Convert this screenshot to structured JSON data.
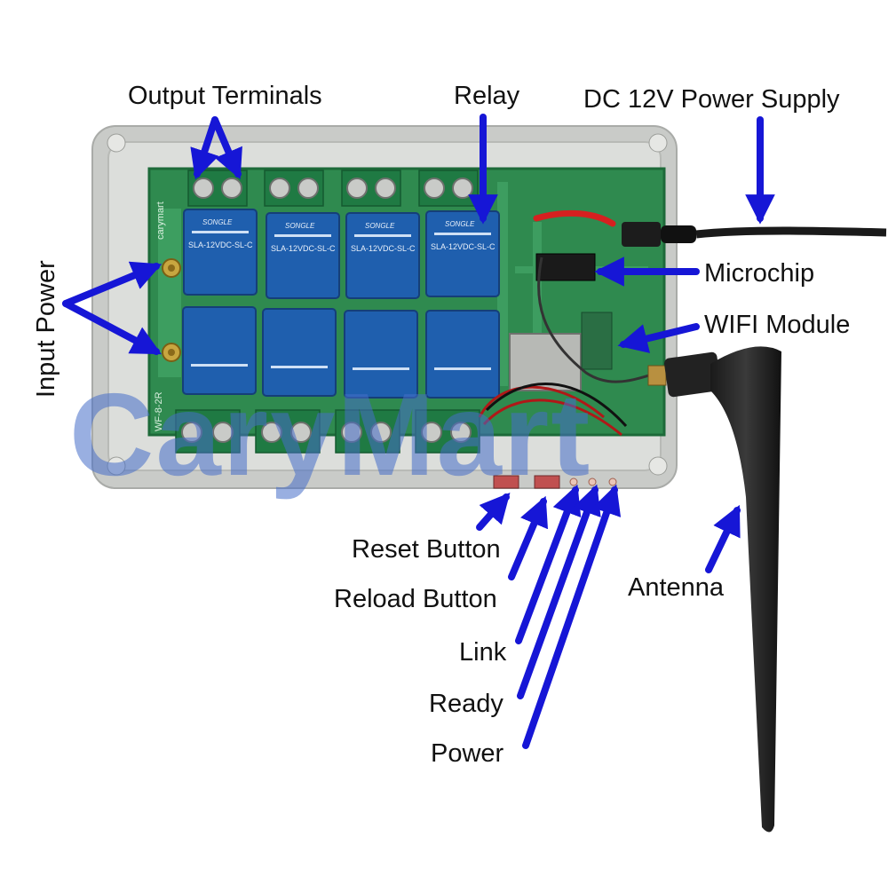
{
  "labels": {
    "output_terminals": "Output Terminals",
    "relay": "Relay",
    "dc_power": "DC 12V Power Supply",
    "input_power": "Input Power",
    "microchip": "Microchip",
    "wifi_module": "WIFI Module",
    "reset_button": "Reset Button",
    "reload_button": "Reload Button",
    "link": "Link",
    "ready": "Ready",
    "power": "Power",
    "antenna": "Antenna"
  },
  "board": {
    "brand_vertical": "carymart",
    "model": "WF-8-2R",
    "relay_text": "SLA-12VDC-SL-C",
    "relay_brand": "SONGLE"
  },
  "watermark": "CaryMart",
  "colors": {
    "arrow": "#1616d6",
    "pcb": "#2f8a4f",
    "relay": "#1f5fae",
    "enclosure": "#c9cbc8",
    "terminal": "#1f7a43",
    "watermark": "#4a6ec8"
  },
  "icons": [
    "arrow-icon",
    "relay-icon",
    "terminal-block-icon",
    "antenna-icon",
    "power-cable-icon",
    "led-icon",
    "button-icon",
    "watermark-logo"
  ]
}
